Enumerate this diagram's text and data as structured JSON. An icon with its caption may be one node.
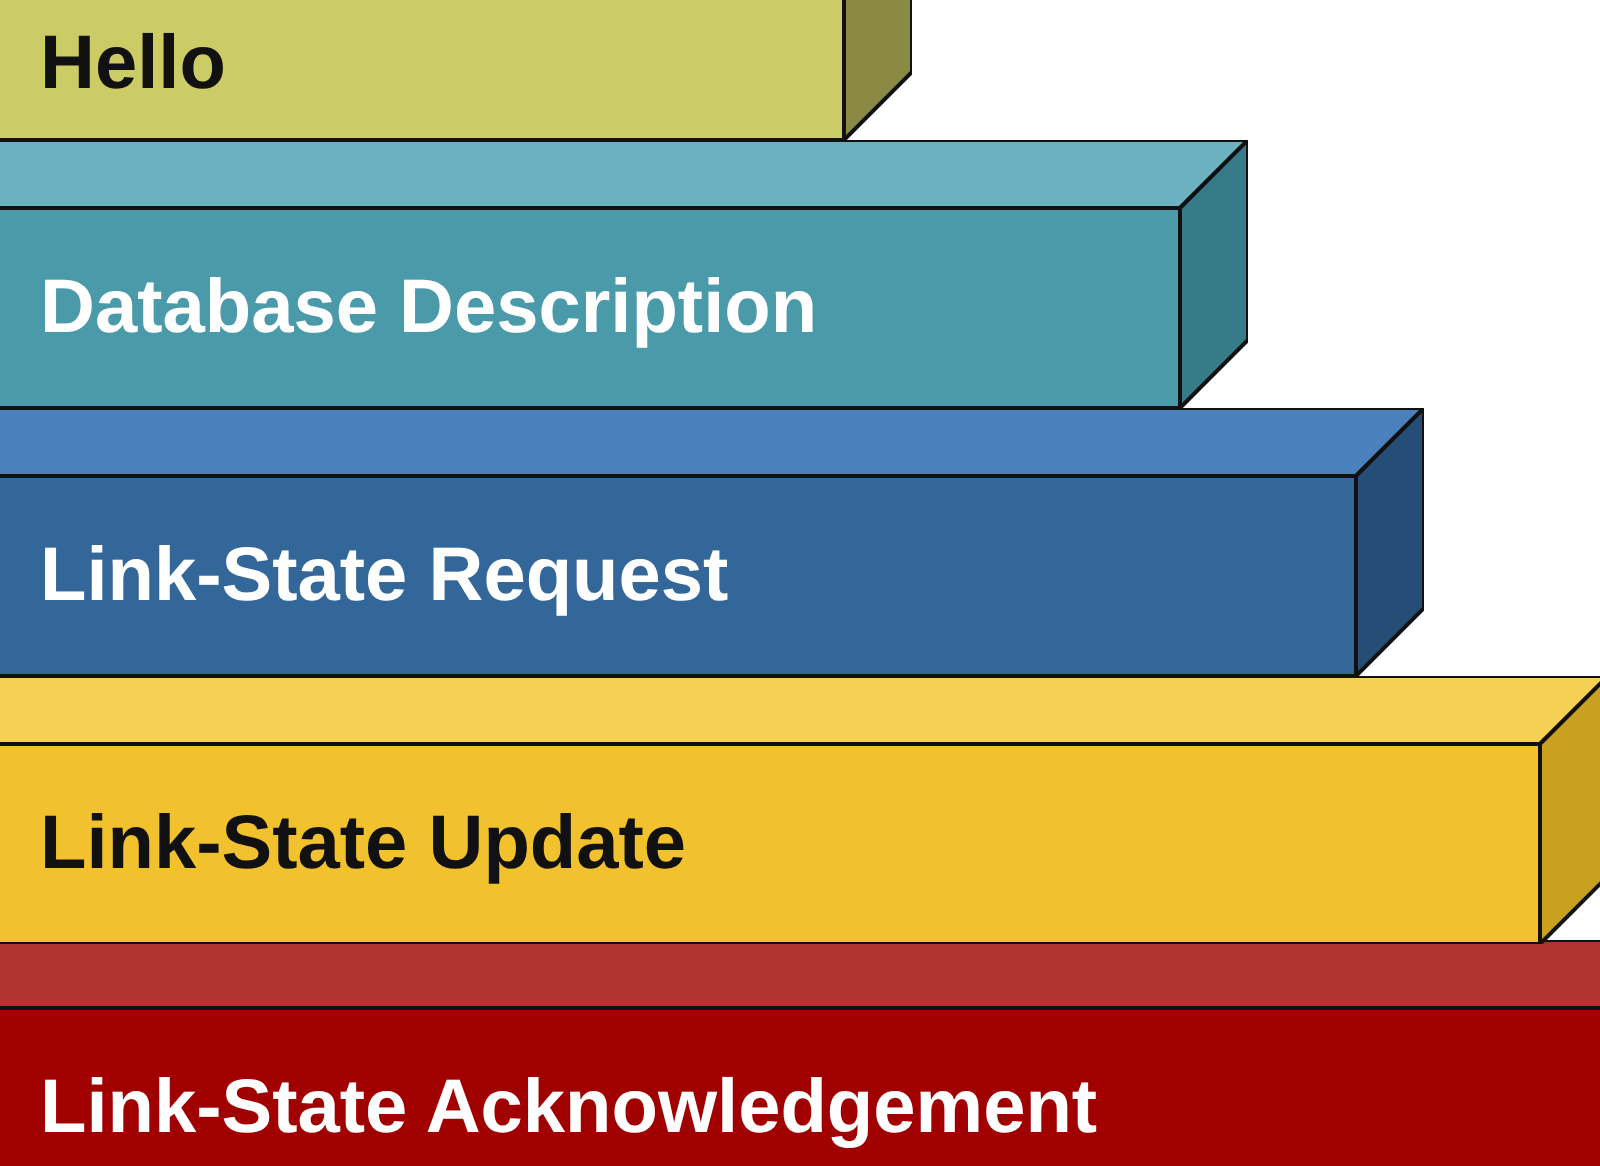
{
  "diagram": {
    "nodes": [
      {
        "text": [
          "Hello"
        ]
      },
      {
        "text": [
          "Database Description"
        ]
      },
      {
        "text": [
          "Link-State Request"
        ]
      },
      {
        "text": [
          "Link-State Update"
        ]
      },
      {
        "text": [
          "Link-State Acknowledgement"
        ]
      }
    ]
  }
}
